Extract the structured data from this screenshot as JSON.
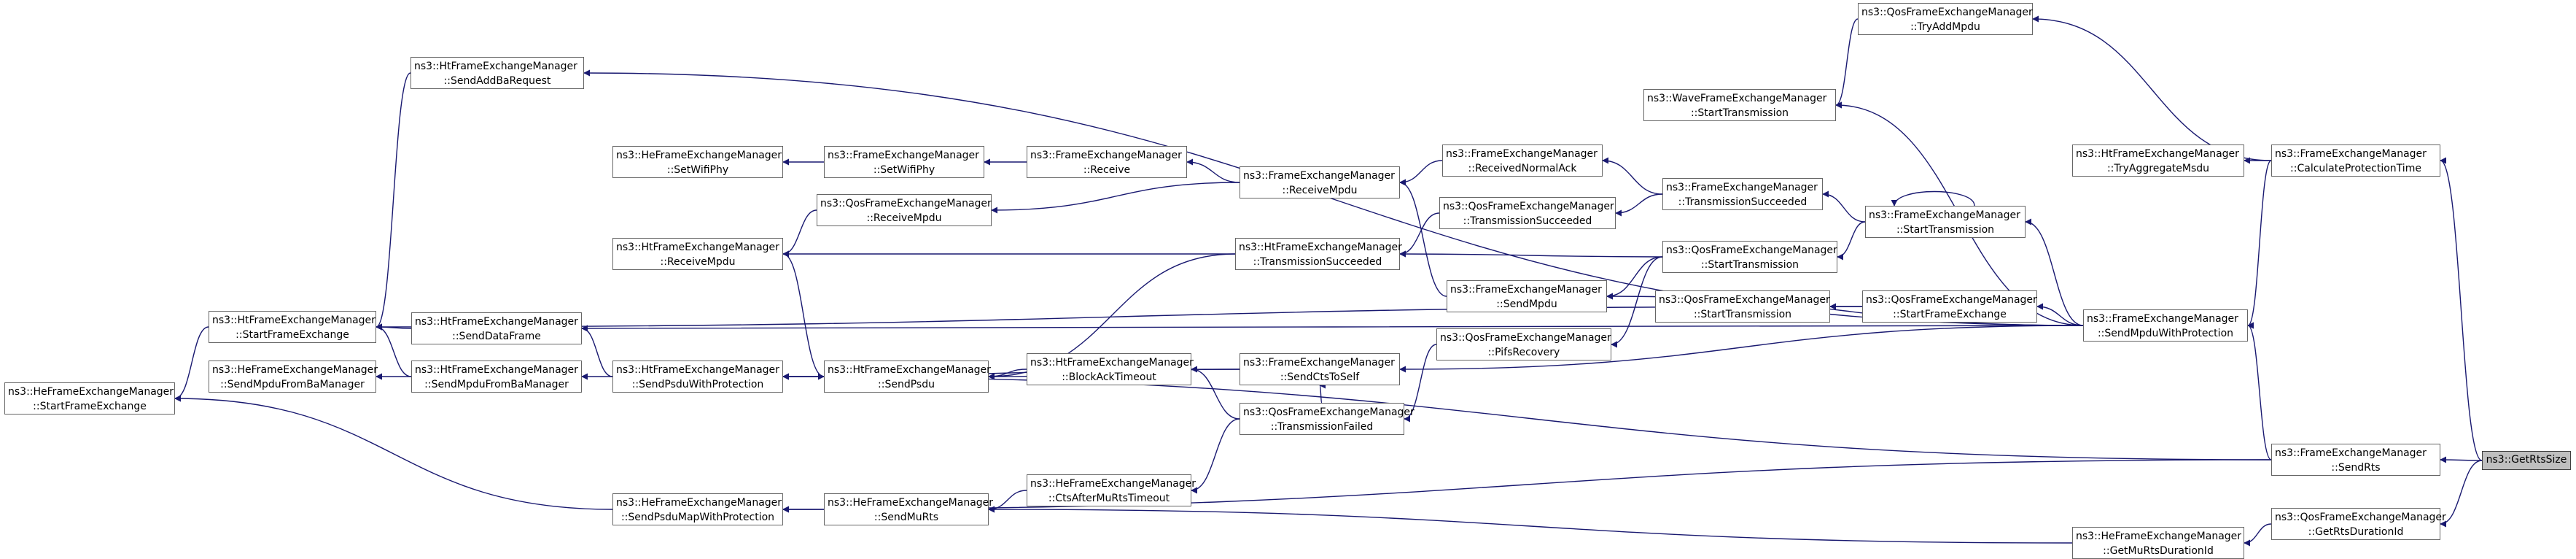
{
  "colors": {
    "edge": "#191970",
    "node_border": "#666666",
    "root_fill": "#bfbfbf"
  },
  "nodes": {
    "qos_try_add_mpdu": [
      "ns3::QosFrameExchangeManager",
      "::TryAddMpdu"
    ],
    "ht_send_add_ba_request": [
      "ns3::HtFrameExchangeManager",
      "::SendAddBaRequest"
    ],
    "wave_start_transmission": [
      "ns3::WaveFrameExchangeManager",
      "::StartTransmission"
    ],
    "he_set_wifi_phy": [
      "ns3::HeFrameExchangeManager",
      "::SetWifiPhy"
    ],
    "fem_set_wifi_phy": [
      "ns3::FrameExchangeManager",
      "::SetWifiPhy"
    ],
    "fem_receive": [
      "ns3::FrameExchangeManager",
      "::Receive"
    ],
    "fem_received_normal_ack": [
      "ns3::FrameExchangeManager",
      "::ReceivedNormalAck"
    ],
    "fem_receive_mpdu": [
      "ns3::FrameExchangeManager",
      "::ReceiveMpdu"
    ],
    "ht_try_aggregate_msdu": [
      "ns3::HtFrameExchangeManager",
      "::TryAggregateMsdu"
    ],
    "fem_calculate_protection_time": [
      "ns3::FrameExchangeManager",
      "::CalculateProtectionTime"
    ],
    "qos_receive_mpdu": [
      "ns3::QosFrameExchangeManager",
      "::ReceiveMpdu"
    ],
    "qos_transmission_succeeded": [
      "ns3::QosFrameExchangeManager",
      "::TransmissionSucceeded"
    ],
    "fem_transmission_succeeded": [
      "ns3::FrameExchangeManager",
      "::TransmissionSucceeded"
    ],
    "fem_start_transmission": [
      "ns3::FrameExchangeManager",
      "::StartTransmission"
    ],
    "ht_receive_mpdu": [
      "ns3::HtFrameExchangeManager",
      "::ReceiveMpdu"
    ],
    "ht_transmission_succeeded": [
      "ns3::HtFrameExchangeManager",
      "::TransmissionSucceeded"
    ],
    "qos_start_transmission_1": [
      "ns3::QosFrameExchangeManager",
      "::StartTransmission"
    ],
    "fem_send_mpdu": [
      "ns3::FrameExchangeManager",
      "::SendMpdu"
    ],
    "qos_start_transmission_2": [
      "ns3::QosFrameExchangeManager",
      "::StartTransmission"
    ],
    "qos_start_frame_exchange": [
      "ns3::QosFrameExchangeManager",
      "::StartFrameExchange"
    ],
    "ht_start_frame_exchange": [
      "ns3::HtFrameExchangeManager",
      "::StartFrameExchange"
    ],
    "ht_send_data_frame": [
      "ns3::HtFrameExchangeManager",
      "::SendDataFrame"
    ],
    "fem_send_mpdu_with_protection": [
      "ns3::FrameExchangeManager",
      "::SendMpduWithProtection"
    ],
    "qos_pifs_recovery": [
      "ns3::QosFrameExchangeManager",
      "::PifsRecovery"
    ],
    "he_send_mpdu_from_ba_manager": [
      "ns3::HeFrameExchangeManager",
      "::SendMpduFromBaManager"
    ],
    "ht_send_mpdu_from_ba_manager": [
      "ns3::HtFrameExchangeManager",
      "::SendMpduFromBaManager"
    ],
    "ht_send_psdu_with_protection": [
      "ns3::HtFrameExchangeManager",
      "::SendPsduWithProtection"
    ],
    "ht_send_psdu": [
      "ns3::HtFrameExchangeManager",
      "::SendPsdu"
    ],
    "ht_block_ack_timeout": [
      "ns3::HtFrameExchangeManager",
      "::BlockAckTimeout"
    ],
    "fem_send_cts_to_self": [
      "ns3::FrameExchangeManager",
      "::SendCtsToSelf"
    ],
    "he_start_frame_exchange": [
      "ns3::HeFrameExchangeManager",
      "::StartFrameExchange"
    ],
    "qos_transmission_failed": [
      "ns3::QosFrameExchangeManager",
      "::TransmissionFailed"
    ],
    "fem_send_rts": [
      "ns3::FrameExchangeManager",
      "::SendRts"
    ],
    "get_rts_size": [
      "ns3::GetRtsSize"
    ],
    "he_cts_after_mu_rts_timeout": [
      "ns3::HeFrameExchangeManager",
      "::CtsAfterMuRtsTimeout"
    ],
    "he_send_psdu_map_with_protection": [
      "ns3::HeFrameExchangeManager",
      "::SendPsduMapWithProtection"
    ],
    "he_send_mu_rts": [
      "ns3::HeFrameExchangeManager",
      "::SendMuRts"
    ],
    "qos_get_rts_duration_id": [
      "ns3::QosFrameExchangeManager",
      "::GetRtsDurationId"
    ],
    "he_get_mu_rts_duration_id": [
      "ns3::HeFrameExchangeManager",
      "::GetMuRtsDurationId"
    ]
  }
}
